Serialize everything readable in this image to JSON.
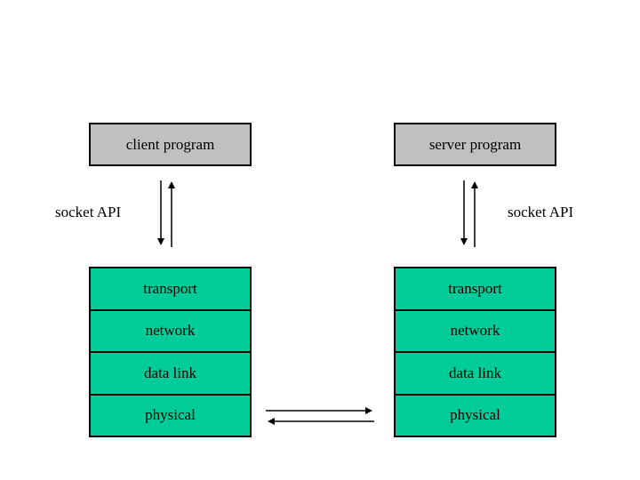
{
  "diagram": {
    "client": {
      "program_label": "client program",
      "socket_api_label": "socket API",
      "stack_layers": [
        "transport",
        "network",
        "data link",
        "physical"
      ]
    },
    "server": {
      "program_label": "server program",
      "socket_api_label": "socket API",
      "stack_layers": [
        "transport",
        "network",
        "data link",
        "physical"
      ]
    },
    "colors": {
      "program_box_fill": "#c0c0c0",
      "stack_fill": "#00cc99",
      "border": "#000000",
      "background": "#ffffff"
    }
  }
}
